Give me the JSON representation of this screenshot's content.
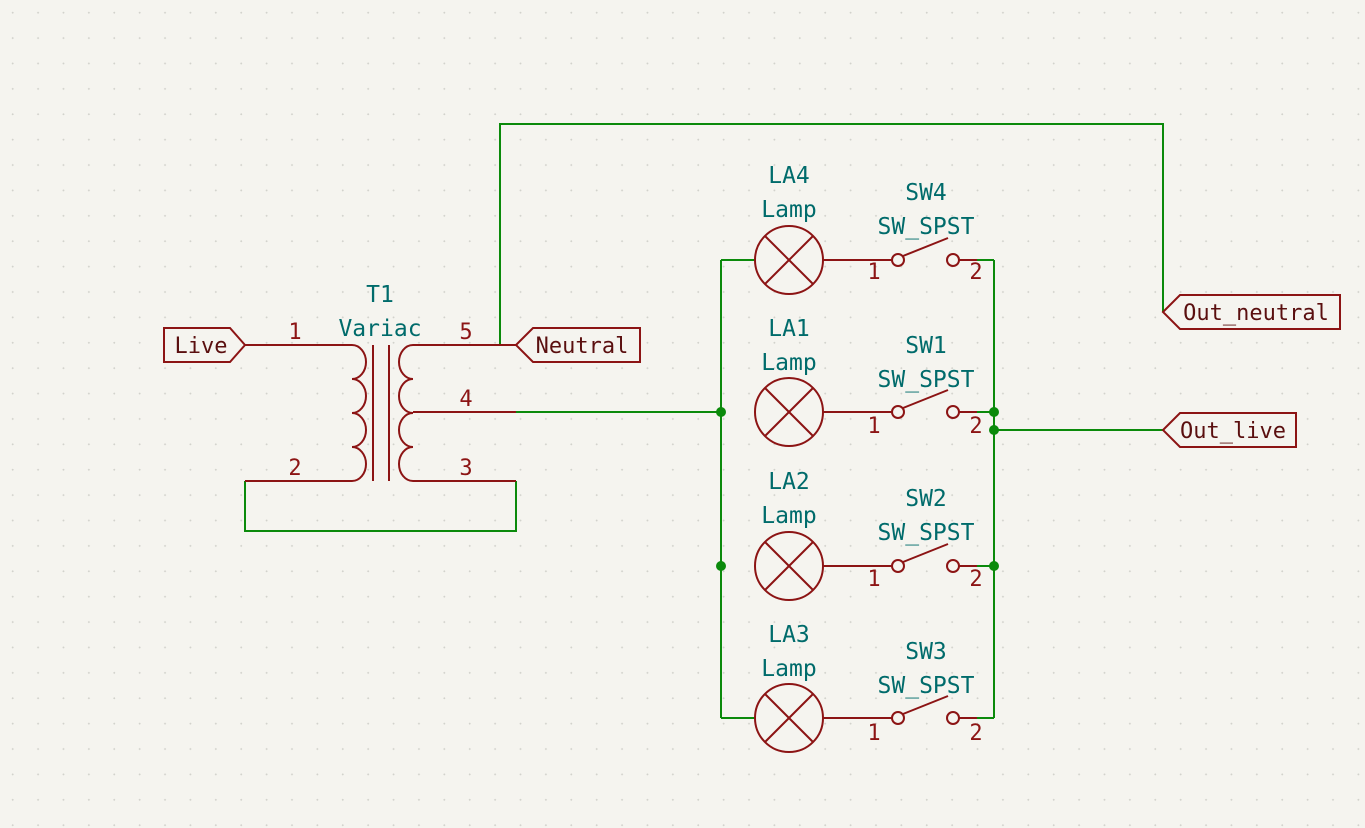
{
  "colors": {
    "wire": "#0b8a0b",
    "symbol": "#8c1414",
    "reference_text": "#006b6b",
    "background": "#f5f4ef"
  },
  "labels": {
    "live": "Live",
    "neutral": "Neutral",
    "out_neutral": "Out_neutral",
    "out_live": "Out_live"
  },
  "transformer": {
    "ref": "T1",
    "value": "Variac",
    "pins": {
      "p1": "1",
      "p2": "2",
      "p3": "3",
      "p4": "4",
      "p5": "5"
    }
  },
  "lamps": [
    {
      "ref": "LA4",
      "value": "Lamp"
    },
    {
      "ref": "LA1",
      "value": "Lamp"
    },
    {
      "ref": "LA2",
      "value": "Lamp"
    },
    {
      "ref": "LA3",
      "value": "Lamp"
    }
  ],
  "switches": [
    {
      "ref": "SW4",
      "value": "SW_SPST",
      "pin1": "1",
      "pin2": "2"
    },
    {
      "ref": "SW1",
      "value": "SW_SPST",
      "pin1": "1",
      "pin2": "2"
    },
    {
      "ref": "SW2",
      "value": "SW_SPST",
      "pin1": "1",
      "pin2": "2"
    },
    {
      "ref": "SW3",
      "value": "SW_SPST",
      "pin1": "1",
      "pin2": "2"
    }
  ]
}
